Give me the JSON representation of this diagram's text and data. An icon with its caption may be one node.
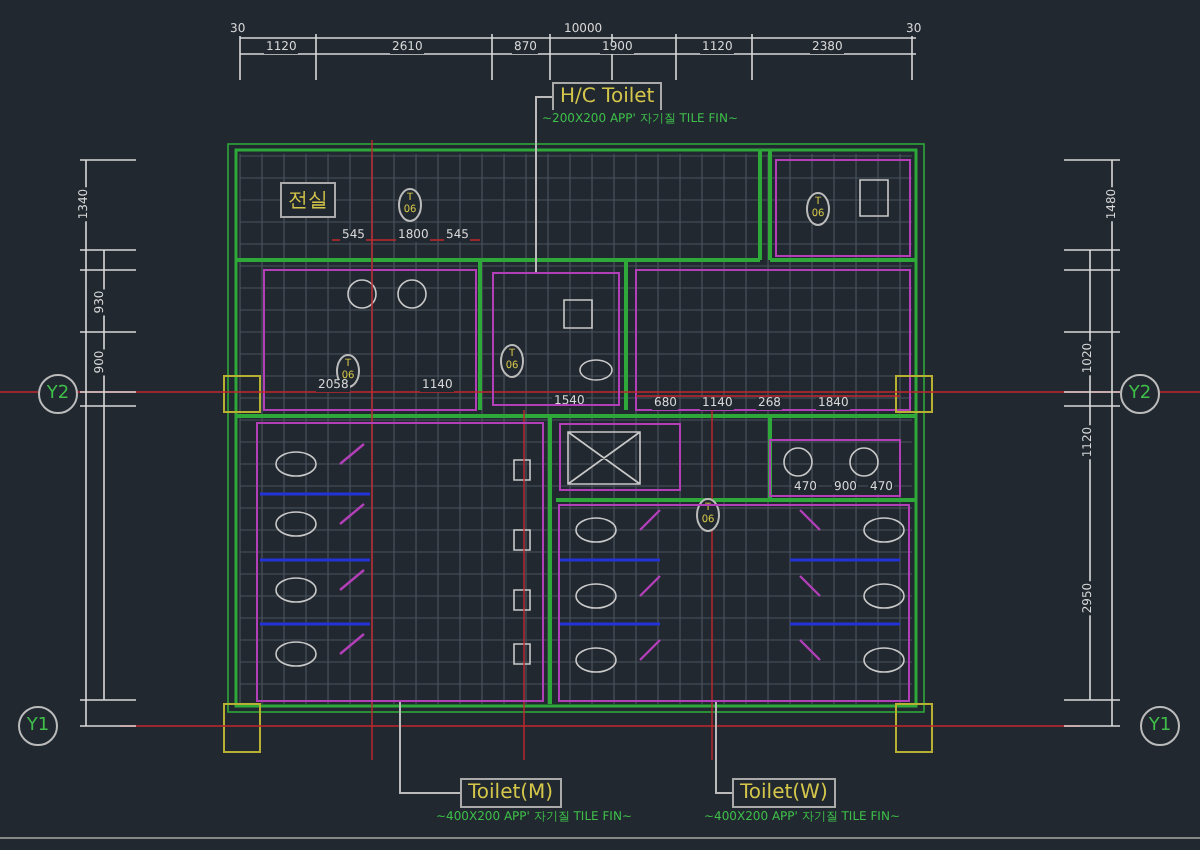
{
  "diagram": {
    "nodes": [
      {
        "text": [
          "H/C Toilet"
        ],
        "beside": [
          "~200X200 APP' 자기질 TILE FIN~"
        ]
      },
      {
        "text": [],
        "shape": "box"
      },
      {
        "text": [
          "전실"
        ]
      },
      {
        "text": [
          "Toilet(M)"
        ],
        "beside": [
          "~400X200 APP' 자기질 TILE FIN~"
        ]
      },
      {
        "text": [],
        "shape": "box"
      },
      {
        "text": [
          "Toilet(W)"
        ],
        "beside": [
          "~400X200 APP' 자기질 TILE FIN~"
        ]
      },
      {
        "text": [],
        "shape": "box"
      }
    ],
    "edges": [
      {
        "from": 0,
        "to": 1,
        "arrow": "none"
      },
      {
        "from": 3,
        "to": 4,
        "arrow": "none"
      },
      {
        "from": 5,
        "to": 6,
        "arrow": "none"
      }
    ],
    "labels": [
      "30",
      "10000",
      "30",
      "1120",
      "2610",
      "870",
      "1900",
      "1120",
      "2380",
      "1340",
      "T 06",
      "T 06",
      "1480",
      "545",
      "1800",
      "545",
      "930",
      "900",
      "T 06",
      "T 06",
      "Y2",
      "Y2",
      "2058",
      "1140",
      "1540",
      "680",
      "1140",
      "268",
      "1840",
      "470",
      "900",
      "470",
      "1020",
      "1120",
      "T 06",
      "2950",
      "Y1",
      "Y1"
    ]
  }
}
